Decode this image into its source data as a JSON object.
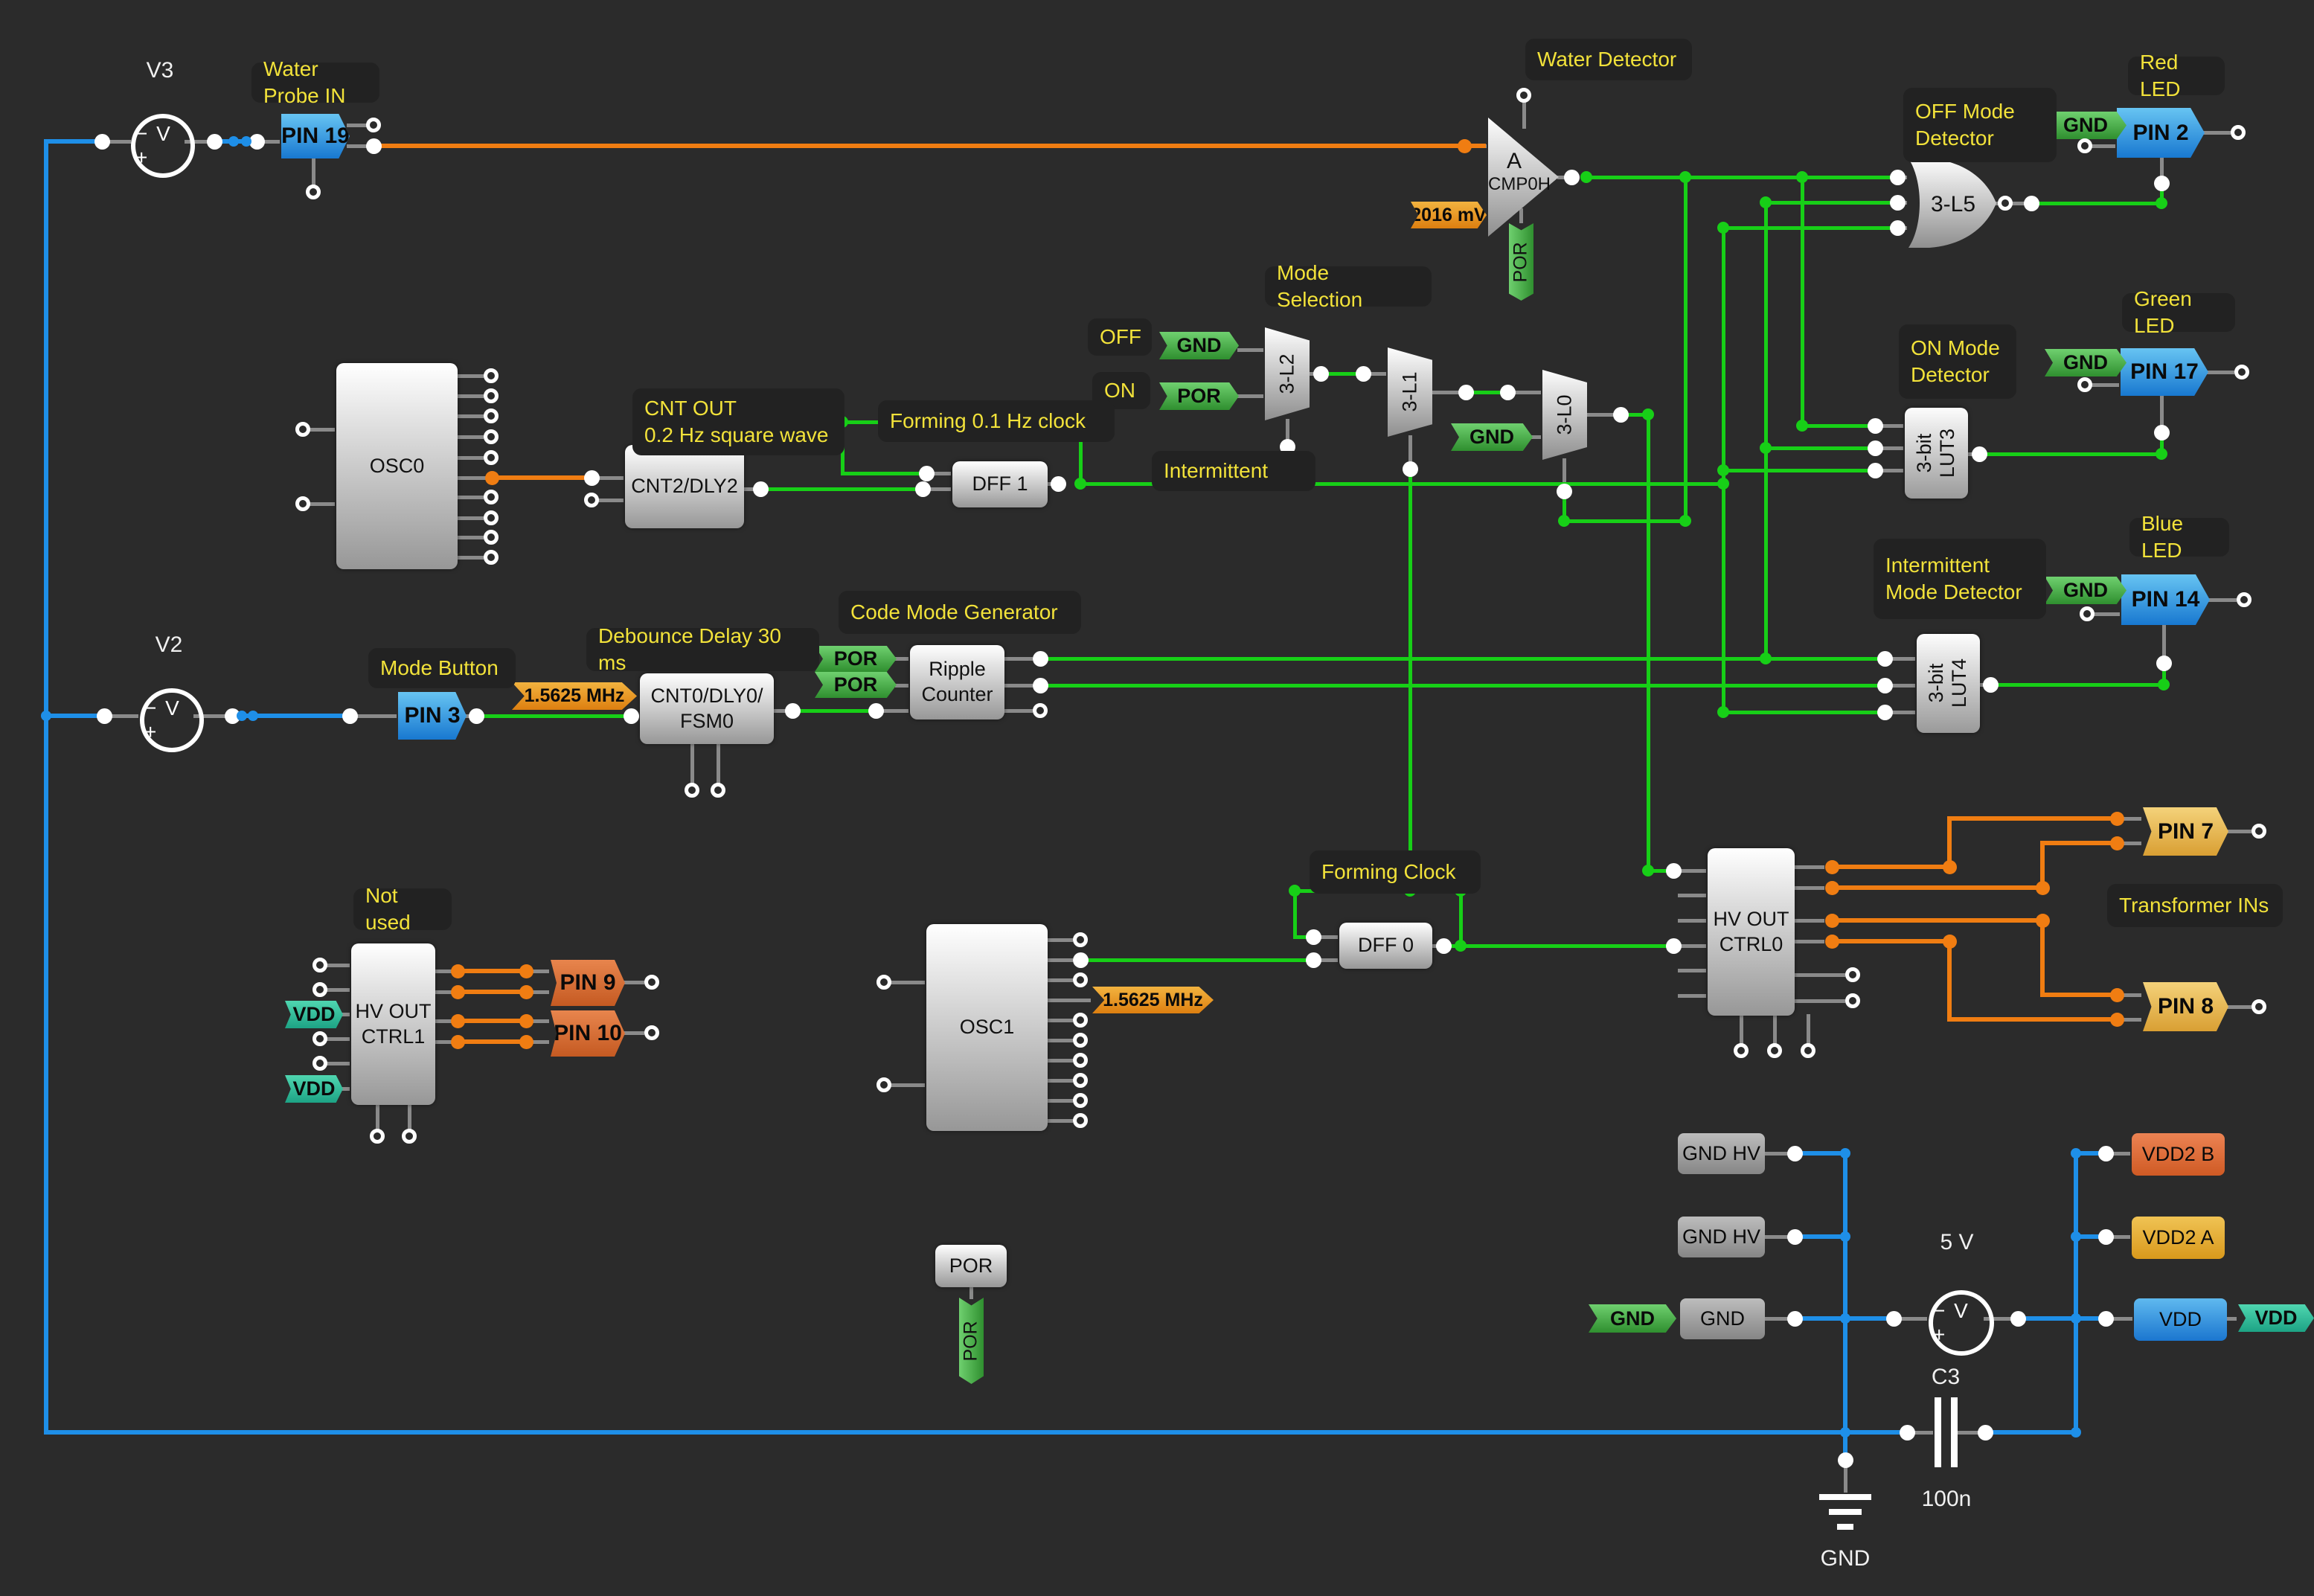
{
  "annotations": {
    "water_probe": "Water Probe IN",
    "water_detector": "Water Detector",
    "off_mode_1": "OFF Mode",
    "off_mode_2": "Detector",
    "red_led": "Red LED",
    "mode_selection": "Mode Selection",
    "off": "OFF",
    "on": "ON",
    "intermittent": "Intermittent",
    "cnt_out_1": "CNT OUT",
    "cnt_out_2": "0.2 Hz square wave",
    "forming_01": "Forming 0.1 Hz clock",
    "code_mode": "Code Mode Generator",
    "mode_button": "Mode Button",
    "debounce": "Debounce Delay 30 ms",
    "not_used": "Not used",
    "on_mode_1": "ON Mode",
    "on_mode_2": "Detector",
    "green_led": "Green LED",
    "int_mode_1": "Intermittent",
    "int_mode_2": "Mode Detector",
    "blue_led": "Blue LED",
    "forming_clock": "Forming Clock",
    "transformer_ins": "Transformer INs"
  },
  "sources": {
    "v3": "V3",
    "v2": "V2",
    "v5": "5 V",
    "body": "− V +"
  },
  "pins": {
    "pin19": "PIN 19",
    "pin3": "PIN 3",
    "pin2": "PIN 2",
    "pin17": "PIN 17",
    "pin14": "PIN 14",
    "pin7": "PIN 7",
    "pin8": "PIN 8",
    "pin9": "PIN 9",
    "pin10": "PIN 10"
  },
  "blocks": {
    "osc0": "OSC0",
    "osc1": "OSC1",
    "cnt2": "CNT2/DLY2",
    "dff1": "DFF 1",
    "dff0": "DFF 0",
    "cnt0_1": "CNT0/DLY0/",
    "cnt0_2": "FSM0",
    "ripple_1": "Ripple",
    "ripple_2": "Counter",
    "hv1_1": "HV OUT",
    "hv1_2": "CTRL1",
    "hv0_1": "HV OUT",
    "hv0_2": "CTRL0",
    "cmp_1": "A",
    "cmp_2": "CMP0H",
    "l5": "3-L5",
    "l2": "3-L2",
    "l1": "3-L1",
    "l0": "3-L0",
    "lut3_1": "3-bit",
    "lut3_2": "LUT3",
    "lut4_1": "3-bit",
    "lut4_2": "LUT4",
    "por_block": "POR"
  },
  "flags": {
    "gnd": "GND",
    "por": "POR",
    "vdd": "VDD"
  },
  "tags": {
    "mv2016": "2016 mV",
    "mhz15625": "1.5625 MHz"
  },
  "power_boxes": {
    "gnd_hv_1": "GND HV",
    "gnd_hv_2": "GND HV",
    "gnd": "GND",
    "vdd2b": "VDD2 B",
    "vdd2a": "VDD2 A",
    "vdd": "VDD"
  },
  "capacitor": {
    "name": "C3",
    "value": "100n",
    "gnd_label": "GND"
  },
  "colors": {
    "wire_green": "#17cf17",
    "wire_orange": "#f07d12",
    "wire_blue": "#1e8fe8",
    "stub_gray": "#8a8a8a",
    "label_yellow": "#f2e23a",
    "background": "#2b2b2b"
  }
}
